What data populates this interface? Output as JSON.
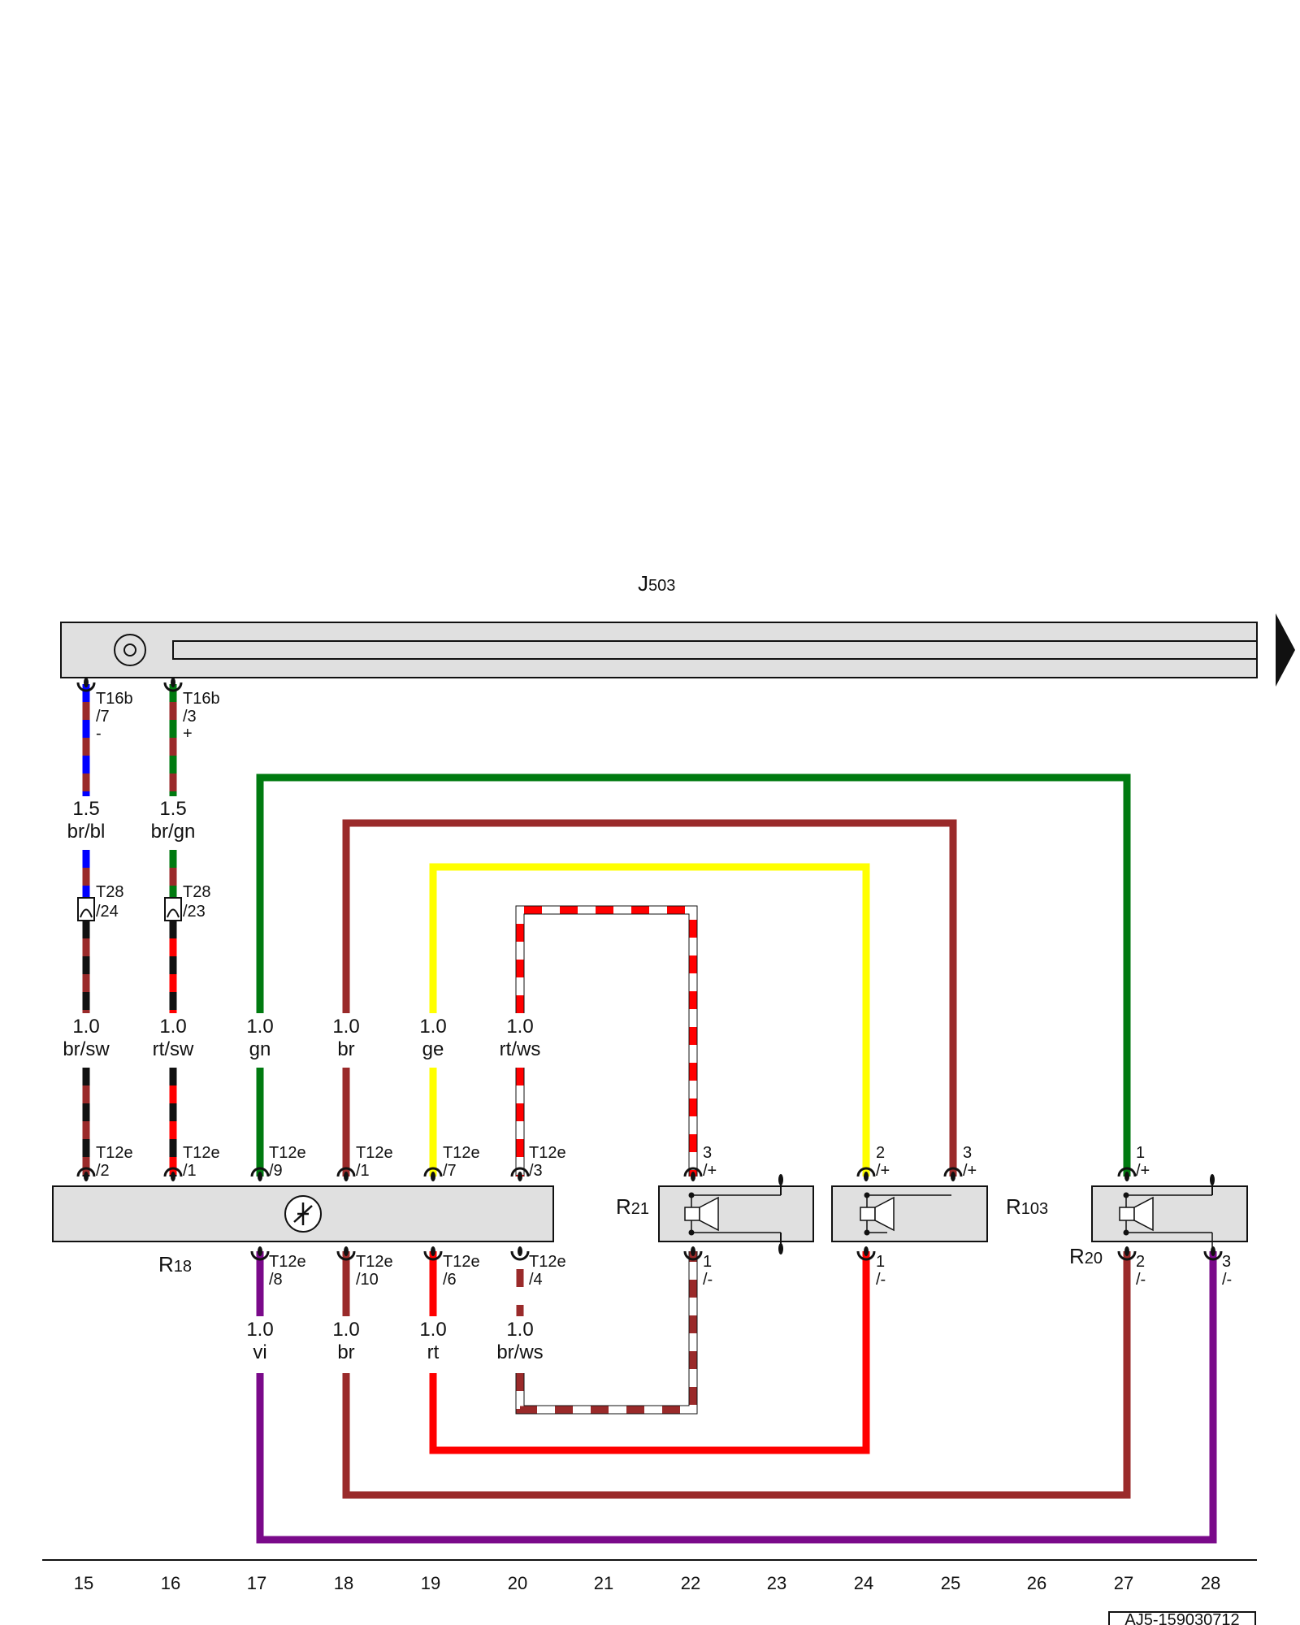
{
  "components": {
    "J503": {
      "name": "J",
      "sub": "503"
    },
    "R18": {
      "name": "R",
      "sub": "18"
    },
    "R21": {
      "name": "R",
      "sub": "21"
    },
    "R103": {
      "name": "R",
      "sub": "103"
    },
    "R20": {
      "name": "R",
      "sub": "20"
    }
  },
  "conn": {
    "T16b": "T16b",
    "T28": "T28",
    "T12e": "T12e",
    "p7": "/7",
    "p3": "/3",
    "p24": "/24",
    "p23": "/23",
    "p2": "/2",
    "p1": "/1",
    "p9": "/9",
    "p8": "/8",
    "p10": "/10",
    "p6": "/6",
    "p4": "/4",
    "minus": "-",
    "plus": "+",
    "r21_top_num": "3",
    "r21_top_pol": "/+",
    "r21_bot_num": "1",
    "r21_bot_pol": "/-",
    "r103_a_num": "2",
    "r103_a_pol": "/+",
    "r103_b_num": "3",
    "r103_b_pol": "/+",
    "r103_bot_num": "1",
    "r103_bot_pol": "/-",
    "r20_top_num": "1",
    "r20_top_pol": "/+",
    "r20_b1_num": "2",
    "r20_b1_pol": "/-",
    "r20_b2_num": "3",
    "r20_b2_pol": "/-"
  },
  "wires": {
    "w15_upper": {
      "size": "1.5",
      "color": "br/bl"
    },
    "w16_upper": {
      "size": "1.5",
      "color": "br/gn"
    },
    "w15": {
      "size": "1.0",
      "color": "br/sw"
    },
    "w16": {
      "size": "1.0",
      "color": "rt/sw"
    },
    "w17": {
      "size": "1.0",
      "color": "gn"
    },
    "w18": {
      "size": "1.0",
      "color": "br"
    },
    "w19": {
      "size": "1.0",
      "color": "ge"
    },
    "w20": {
      "size": "1.0",
      "color": "rt/ws"
    },
    "w17b": {
      "size": "1.0",
      "color": "vi"
    },
    "w18b": {
      "size": "1.0",
      "color": "br"
    },
    "w19b": {
      "size": "1.0",
      "color": "rt"
    },
    "w20b": {
      "size": "1.0",
      "color": "br/ws"
    }
  },
  "grid": {
    "numbers": [
      "15",
      "16",
      "17",
      "18",
      "19",
      "20",
      "21",
      "22",
      "23",
      "24",
      "25",
      "26",
      "27",
      "28"
    ]
  },
  "footer": {
    "ref": "AJ5-159030712"
  },
  "colors": {
    "green": "#007a10",
    "brown": "#9a2a2a",
    "yellow": "#ffff00",
    "red": "#ff0000",
    "violet": "#7a0a8a",
    "blue": "#0000ff",
    "black": "#111111",
    "white": "#ffffff",
    "housing": "#e0e0e0"
  }
}
